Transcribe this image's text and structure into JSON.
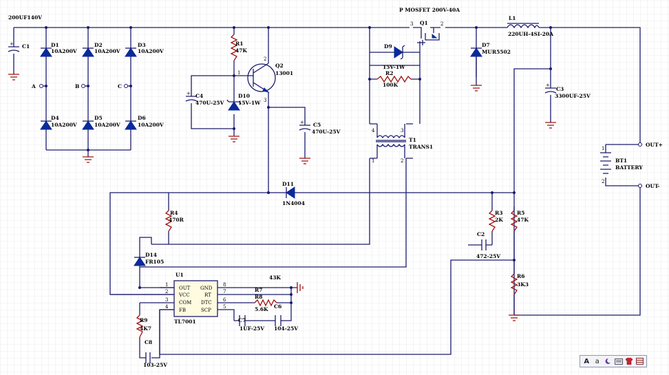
{
  "labels": {
    "top_left": "200UF140V",
    "c1": "C1",
    "d1": "D1",
    "d1v": "10A200V",
    "d2": "D2",
    "d2v": "10A200V",
    "d3": "D3",
    "d3v": "10A200V",
    "d4": "D4",
    "d4v": "10A200V",
    "d5": "D5",
    "d5v": "10A200V",
    "d6": "D6",
    "d6v": "10A200V",
    "a": "A",
    "b": "B",
    "c": "C",
    "r1": "R1",
    "r1v": "47K",
    "q2": "Q2",
    "q2v": "13001",
    "c4": "C4",
    "c4v": "470U-25V",
    "d10": "D10",
    "d10v": "15V-1W",
    "c5": "C5",
    "c5v": "470U-25V",
    "mosfet": "P MOSFET 200V-40A",
    "q1": "Q1",
    "d9": "D9",
    "d9v": "15V-1W",
    "r2": "R2",
    "r2v": "100K",
    "t1": "T1",
    "t1v": "TRANS1",
    "d7": "D7",
    "d7v": "MUR5502",
    "l1": "L1",
    "l1v": "220UH-4SI-20A",
    "c3": "C3",
    "c3v": "3300UF-25V",
    "bt1": "BT1",
    "bt1v": "BATTERY",
    "out_p": "OUT+",
    "out_n": "OUT-",
    "d11": "D11",
    "d11v": "1N4004",
    "r4": "R4",
    "r4v": "470R",
    "r3": "R3",
    "r3v": "2K",
    "r5": "R5",
    "r5v": "47K",
    "r6": "R6",
    "r6v": "3K3",
    "c2": "C2",
    "c2v": "472-25V",
    "d14": "D14",
    "d14v": "FR105",
    "u1": "U1",
    "u1v": "TL7001",
    "u1_out": "OUT",
    "u1_vcc": "VCC",
    "u1_com": "COM",
    "u1_fb": "FB",
    "u1_gnd": "GND",
    "u1_rt": "RT",
    "u1_dtc": "DTC",
    "u1_scp": "SCP",
    "r7": "R7",
    "r7v": "5.6K",
    "r8": "R8",
    "r43k": "43K",
    "c6": "C6",
    "c6v": "104-25V",
    "c7": "C7",
    "c7v": "1UF-25V",
    "r9": "R9",
    "r9v": "4K7",
    "c8": "C8",
    "c8v": "103-25V"
  },
  "pins": {
    "p1": "1",
    "p2": "2",
    "p3": "3",
    "p4": "4",
    "p5": "5",
    "p6": "6",
    "p7": "7",
    "p8": "8"
  },
  "colors": {
    "wire": "#1a1a6e",
    "diode": "#0b2a9a",
    "resistor": "#a01010",
    "grid": "#dcdcdc"
  },
  "toolbar": {
    "text_tool": "A",
    "text_sub": "a"
  }
}
